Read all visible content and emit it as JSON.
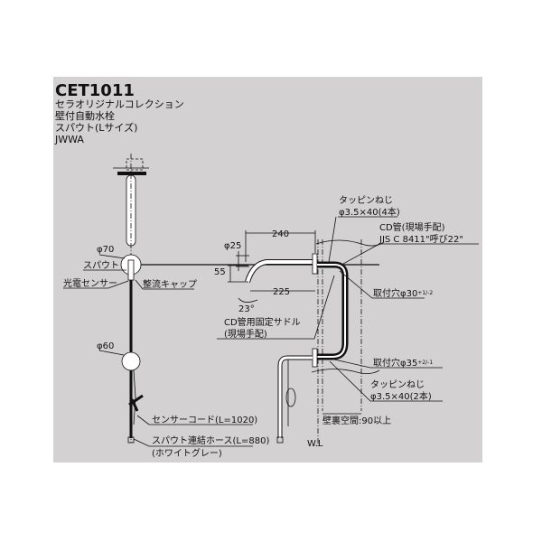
{
  "header": {
    "model": "CET1011",
    "line1": "セラオリジナルコレクション",
    "line2": "壁付自動水栓",
    "line3": "スパウト(Lサイズ)",
    "line4": "JWWA"
  },
  "front_view": {
    "phi70": "φ70",
    "spout": "スパウト",
    "sensor": "光電センサー",
    "cap": "整流キャップ",
    "phi60": "φ60",
    "sensor_cord": "センサーコード(L=1020)",
    "hose": "スパウト連結ホース(L=880)",
    "hose_color": "(ホワイトグレー)"
  },
  "side_view": {
    "dim_240": "240",
    "dim_phi25": "φ25",
    "dim_55": "55",
    "dim_225": "225",
    "angle": "23°",
    "screw_top_1": "タッピンねじ",
    "screw_top_2": "φ3.5×40(4本)",
    "cd_1": "CD管(現場手配)",
    "cd_2": "JIS C 8411\"呼び22\"",
    "hole30": "取付穴φ30",
    "hole30_tol": "+1/-2",
    "saddle_1": "CD管用固定サドル",
    "saddle_2": "(現場手配)",
    "hole35": "取付穴φ35",
    "hole35_tol": "+2/-1",
    "screw_bot_1": "タッピンねじ",
    "screw_bot_2": "φ3.5×40(2本)",
    "wall_space": "壁裏空間:90以上",
    "wl": "W.L"
  }
}
